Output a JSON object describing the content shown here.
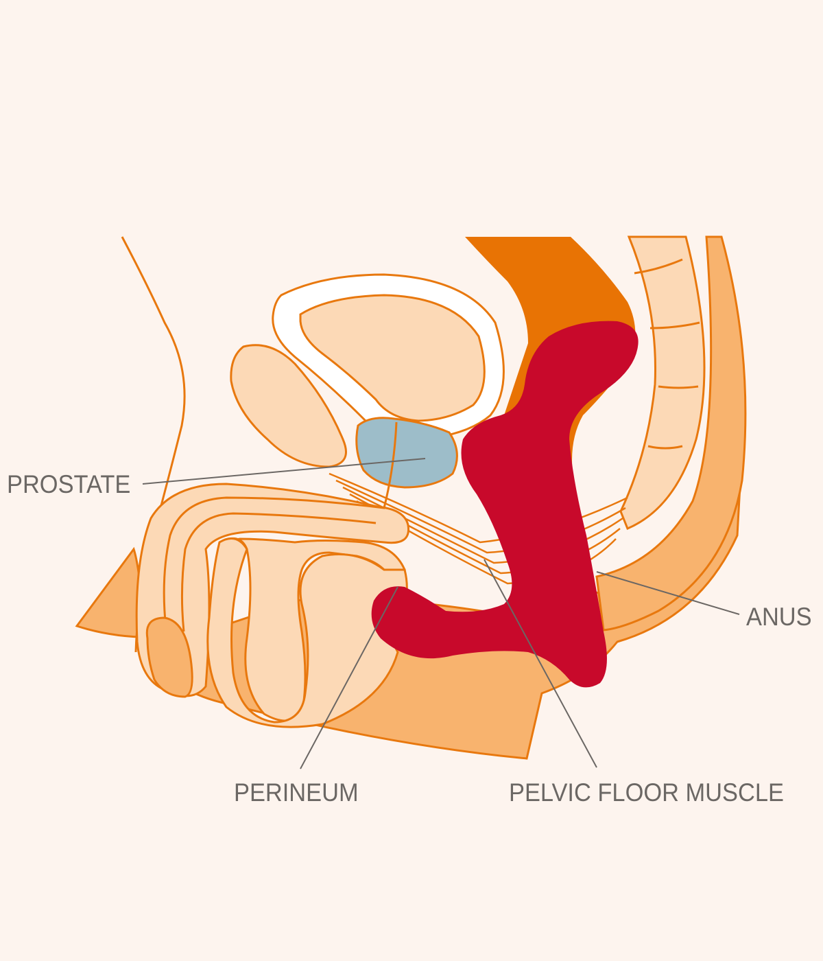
{
  "labels": {
    "prostate": "PROSTATE",
    "anus": "ANUS",
    "perineum": "PERINEUM",
    "pelvic_floor_muscle": "PELVIC FLOOR MUSCLE"
  },
  "colors": {
    "background": "#fdf4ee",
    "outline": "#e8780e",
    "light_tissue": "#fcd9b6",
    "mid_tissue": "#f8b36e",
    "rectum": "#e87304",
    "highlight_muscle": "#c8092b",
    "prostate": "#9dbdc9",
    "leader_line": "#6b6764",
    "label_text": "#6b6764"
  }
}
